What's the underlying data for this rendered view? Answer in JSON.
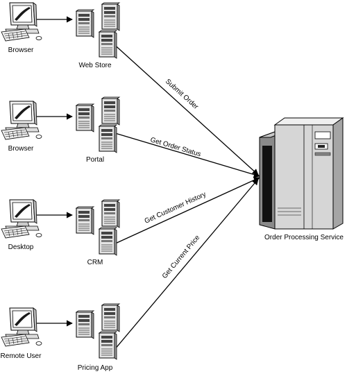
{
  "clients": [
    {
      "label": "Browser",
      "icon": "desktop-computer-icon"
    },
    {
      "label": "Browser",
      "icon": "desktop-computer-icon"
    },
    {
      "label": "Desktop",
      "icon": "desktop-computer-icon"
    },
    {
      "label": "Remote User",
      "icon": "desktop-computer-icon"
    }
  ],
  "systems": [
    {
      "label": "Web Store",
      "icon": "server-cluster-icon"
    },
    {
      "label": "Portal",
      "icon": "server-cluster-icon"
    },
    {
      "label": "CRM",
      "icon": "server-cluster-icon"
    },
    {
      "label": "Pricing App",
      "icon": "server-cluster-icon"
    }
  ],
  "messages": [
    {
      "label": "Submit Order"
    },
    {
      "label": "Get Order Status"
    },
    {
      "label": "Get Customer History"
    },
    {
      "label": "Get Current Price"
    }
  ],
  "service": {
    "label": "Order Processing Service",
    "icon": "mainframe-server-icon"
  }
}
